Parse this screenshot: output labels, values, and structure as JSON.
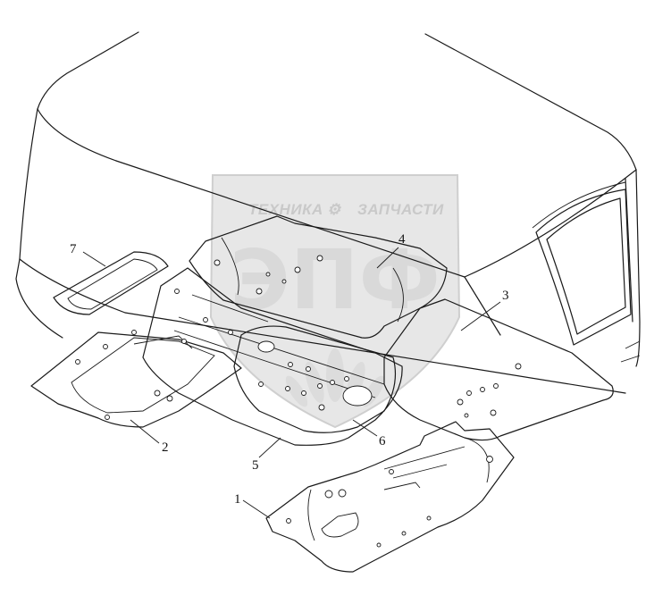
{
  "diagram": {
    "callouts": [
      {
        "id": "1",
        "label": "1"
      },
      {
        "id": "2",
        "label": "2"
      },
      {
        "id": "3",
        "label": "3"
      },
      {
        "id": "4",
        "label": "4"
      },
      {
        "id": "5",
        "label": "5"
      },
      {
        "id": "6",
        "label": "6"
      },
      {
        "id": "7",
        "label": "7"
      }
    ]
  },
  "watermark": {
    "brand_left": "ТЕХНИКА",
    "brand_right": "ЗАПЧАСТИ",
    "logo_letters": "ЭПФ",
    "colors": {
      "fill": "#e7e7e7",
      "text": "#c9c9c9"
    }
  }
}
